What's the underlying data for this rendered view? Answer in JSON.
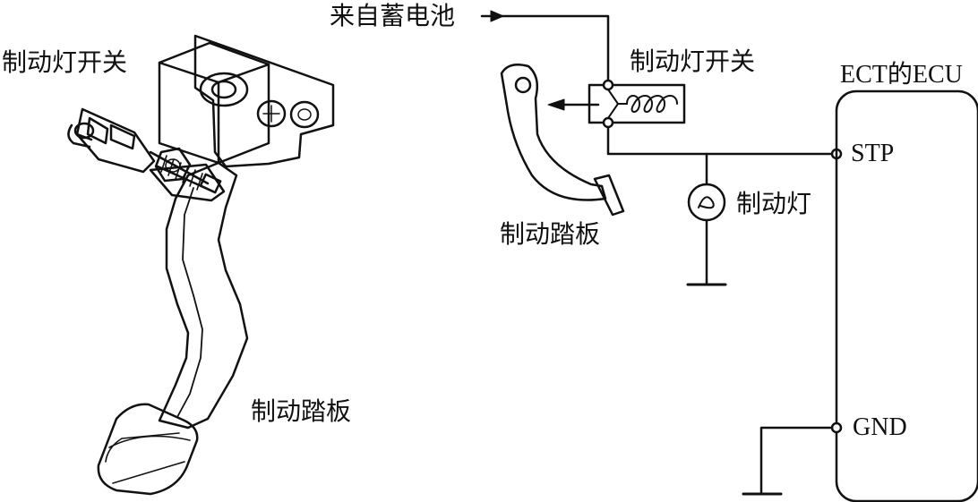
{
  "labels": {
    "switch_left": "制动灯开关",
    "pedal_left": "制动踏板",
    "battery": "来自蓄电池",
    "switch_right": "制动灯开关",
    "ecu": "ECT的ECU",
    "stp": "STP",
    "lamp": "制动灯",
    "pedal_right": "制动踏板",
    "gnd": "GND"
  },
  "colors": {
    "ink": "#111111",
    "background": "#ffffff"
  }
}
